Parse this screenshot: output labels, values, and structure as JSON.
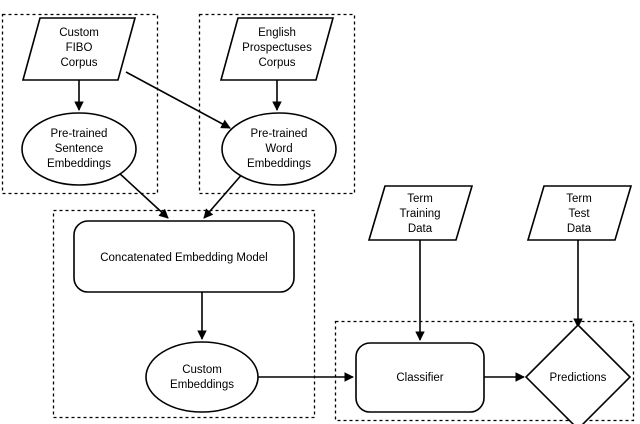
{
  "diagram": {
    "title_partial": "",
    "colors": {
      "stroke": "#000000",
      "fill": "#ffffff",
      "background": "#ffffff"
    },
    "groups": [
      {
        "id": "group-fibo",
        "label": ""
      },
      {
        "id": "group-prospectuses",
        "label": ""
      },
      {
        "id": "group-embedding-model",
        "label": ""
      },
      {
        "id": "group-classification",
        "label": ""
      }
    ],
    "nodes": {
      "custom_fibo_corpus": {
        "line1": "Custom",
        "line2": "FIBO",
        "line3": "Corpus",
        "shape": "parallelogram"
      },
      "english_prospectuses_corpus": {
        "line1": "English",
        "line2": "Prospectuses",
        "line3": "Corpus",
        "shape": "parallelogram"
      },
      "pretrained_sentence_embeddings": {
        "line1": "Pre-trained",
        "line2": "Sentence",
        "line3": "Embeddings",
        "shape": "ellipse"
      },
      "pretrained_word_embeddings": {
        "line1": "Pre-trained",
        "line2": "Word",
        "line3": "Embeddings",
        "shape": "ellipse"
      },
      "concatenated_embedding_model": {
        "line1": "Concatenated Embedding Model",
        "shape": "rounded-rectangle"
      },
      "custom_embeddings": {
        "line1": "Custom",
        "line2": "Embeddings",
        "shape": "ellipse"
      },
      "term_training_data": {
        "line1": "Term",
        "line2": "Training",
        "line3": "Data",
        "shape": "parallelogram"
      },
      "term_test_data": {
        "line1": "Term",
        "line2": "Test",
        "line3": "Data",
        "shape": "parallelogram"
      },
      "classifier": {
        "line1": "Classifier",
        "shape": "rounded-rectangle"
      },
      "predictions": {
        "line1": "Predictions",
        "shape": "diamond"
      }
    },
    "edges": [
      {
        "from": "custom_fibo_corpus",
        "to": "pretrained_sentence_embeddings"
      },
      {
        "from": "custom_fibo_corpus",
        "to": "pretrained_word_embeddings"
      },
      {
        "from": "english_prospectuses_corpus",
        "to": "pretrained_word_embeddings"
      },
      {
        "from": "pretrained_sentence_embeddings",
        "to": "concatenated_embedding_model"
      },
      {
        "from": "pretrained_word_embeddings",
        "to": "concatenated_embedding_model"
      },
      {
        "from": "concatenated_embedding_model",
        "to": "custom_embeddings"
      },
      {
        "from": "custom_embeddings",
        "to": "classifier"
      },
      {
        "from": "term_training_data",
        "to": "classifier"
      },
      {
        "from": "classifier",
        "to": "predictions"
      },
      {
        "from": "term_test_data",
        "to": "predictions"
      }
    ]
  }
}
